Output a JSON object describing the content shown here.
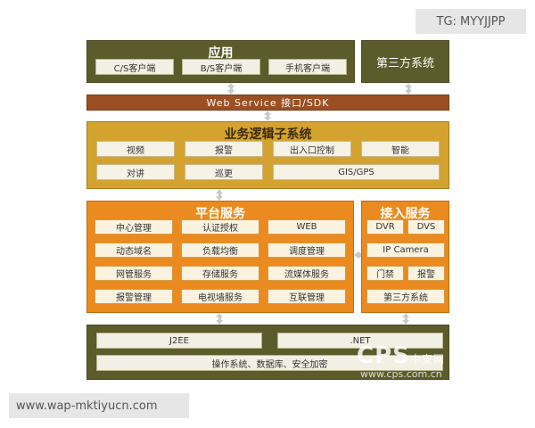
{
  "top_tag": "TG: MYYJJPP",
  "bottom_tag": "www.wap-mktiyucn.com",
  "app_layer": {
    "title": "应用",
    "clients": [
      "C/S客户端",
      "B/S客户端",
      "手机客户端"
    ]
  },
  "third_party_top": "第三方系统",
  "webservice": "Web Service 接口/SDK",
  "business": {
    "title": "业务逻辑子系统",
    "row1": [
      "视频",
      "报警",
      "出入口控制",
      "智能"
    ],
    "row2": [
      "对讲",
      "巡更",
      "GIS/GPS"
    ]
  },
  "platform": {
    "title": "平台服务",
    "grid": [
      [
        "中心管理",
        "认证授权",
        "WEB"
      ],
      [
        "动态域名",
        "负载均衡",
        "调度管理"
      ],
      [
        "网管服务",
        "存储服务",
        "流媒体服务"
      ],
      [
        "报警管理",
        "电视墙服务",
        "互联管理"
      ]
    ]
  },
  "access": {
    "title": "接入服务",
    "items": [
      "DVR",
      "DVS",
      "IP Camera",
      "门禁",
      "报警",
      "第三方系统"
    ]
  },
  "base": {
    "j2ee": "J2EE",
    "net": ".NET",
    "os": "操作系统、数据库、安全加密"
  },
  "watermark": {
    "logo": "CPS",
    "logo_cn": "中安网",
    "url": "www.cps.com.cn"
  }
}
